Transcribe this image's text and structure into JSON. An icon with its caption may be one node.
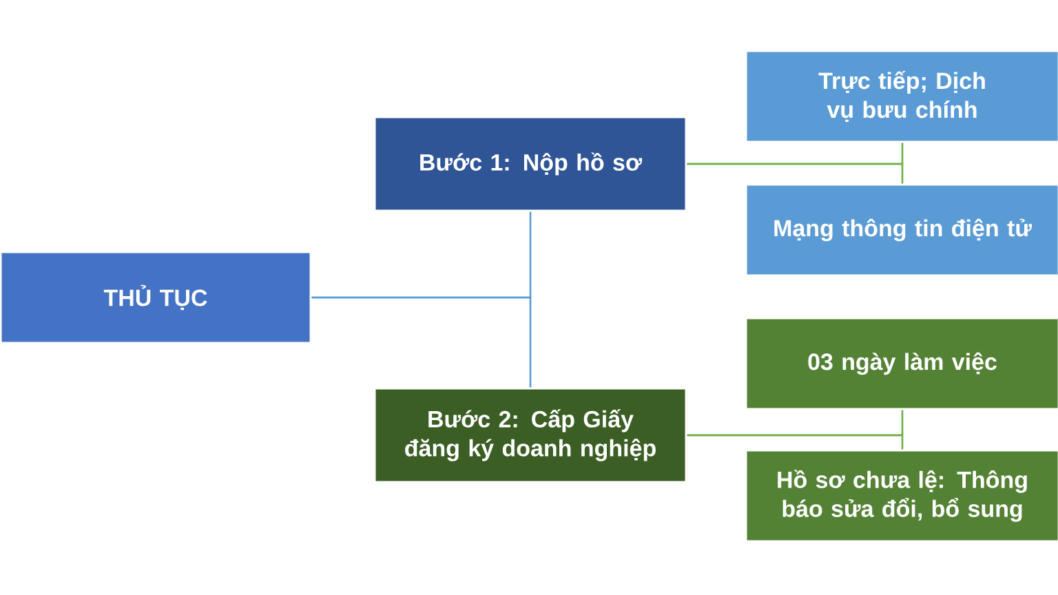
{
  "diagram": {
    "nodes": [
      {
        "text": [
          "THỦ TỤC"
        ]
      },
      {
        "text": [
          "Bước 1: Nộp hồ sơ"
        ]
      },
      {
        "text": [
          "Bước 2: Cấp Giấy đăng ký doanh nghiệp"
        ]
      },
      {
        "text": [
          "Trực tiếp; Dịch vụ bưu chính"
        ]
      },
      {
        "text": [
          "Mạng thông tin điện tử"
        ]
      },
      {
        "text": [
          "03 ngày làm việc"
        ]
      },
      {
        "text": [
          "Hồ sơ chưa lệ: Thông báo sửa đổi, bổ sung"
        ]
      }
    ],
    "edges": [
      {
        "from": 0,
        "to": 1,
        "arrow": "none",
        "color": "#5b9bd5"
      },
      {
        "from": 0,
        "to": 2,
        "arrow": "none",
        "color": "#5b9bd5"
      },
      {
        "from": 1,
        "to": 3,
        "arrow": "none"
      },
      {
        "from": 1,
        "to": 4,
        "arrow": "none"
      },
      {
        "from": 2,
        "to": 5,
        "arrow": "none"
      },
      {
        "from": 2,
        "to": 6,
        "arrow": "none"
      }
    ]
  }
}
